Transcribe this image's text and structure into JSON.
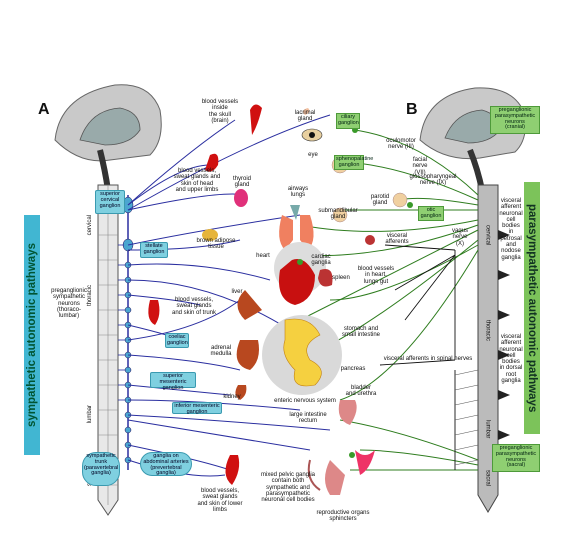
{
  "panels": {
    "left_letter": "A",
    "right_letter": "B"
  },
  "side_labels": {
    "sympathetic": "sympathetic autonomic pathways",
    "parasympathetic": "parasympathetic autonomic pathways"
  },
  "spinal_regions": {
    "cervical": "cervical",
    "thoracic": "thoracic",
    "lumbar": "lumbar",
    "sacral": "sacral"
  },
  "left_boxes": {
    "superior_cervical": "superior\ncervical\nganglion",
    "stellate": "stellate\nganglion",
    "celiac": "coeliac\nganglion",
    "sup_mesenteric": "superior\nmesenteric ganglion",
    "inf_mesenteric": "inferior mesenteric\nganglion",
    "sympathetic_trunk": "sympathetic\ntrunk\n(paravertebral\nganglia)",
    "abdominal_ganglia": "ganglia on\nabdominal arteries\n(prevertebral ganglia)"
  },
  "left_text": {
    "preganglionic_symp": "preganglionic\nsympathetic\nneurons\n(thoraco-\nlumbar)",
    "vessels_head": "blood vessels,\nsweat glands and\nskin of head\nand upper limbs",
    "vessels_trunk": "blood vessels,\nsweat glands\nand skin of trunk",
    "vessels_lower": "blood vessels,\nsweat glands\nand skin of lower limbs"
  },
  "organs": {
    "vessels_brain": "blood vessels\ninside\nthe skull\n(brain)",
    "lacrimal": "lacrimal\ngland",
    "eye": "eye",
    "thyroid": "thyroid\ngland",
    "airways": "airways\nlungs",
    "submandibular": "submandibular\ngland",
    "parotid": "parotid\ngland",
    "brown_adipose": "brown adipose\ntissue",
    "heart": "heart",
    "cardiac_ganglia": "cardiac\nganglia",
    "spleen": "spleen",
    "vessels_heart": "blood vessels\nin heart,\nlungs gut",
    "liver": "liver",
    "stomach": "stomach and\nsmall intestine",
    "adrenal": "adrenal\nmedulla",
    "pancreas": "pancreas",
    "kidney": "kidney",
    "enteric": "enteric nervous system",
    "large_intestine": "large intestine\nrectum",
    "bladder": "bladder\nand urethra",
    "mixed_pelvic": "mixed pelvic ganglia\ncontain both\nsympathetic and\nparasympathetic\nneuronal cell bodies",
    "reproductive": "reproductive organs\nsphincters"
  },
  "right_boxes": {
    "ciliary": "ciliary\nganglion",
    "sphenopalatine": "sphenopalatine\nganglion",
    "otic": "otic\nganglion",
    "pre_para_cranial": "preganglionic\nparasympathetic\nneurons\n(cranial)",
    "pre_para_sacral": "preganglionic\nparasympathetic\nneurons\n(sacral)"
  },
  "right_text": {
    "oculomotor": "oculomotor\nnerve (III)",
    "facial": "facial nerve\n(VII)",
    "glossopharyngeal": "glossopharyngeal\nnerve (IX)",
    "vagus": "vagus\nnerve (X)",
    "visceral_afferents": "visceral\nafferents",
    "visceral_spinal": "visceral afferents in spinal nerves",
    "afferent_petrosal": "visceral\nafferent\nneuronal\ncell bodies\nin\npetrosal\nand nodose\nganglia",
    "afferent_dorsal": "visceral\nafferent\nneuronal\ncell bodies\nin dorsal\nroot\nganglia"
  },
  "colors": {
    "sympathetic_line": "#2b2fa0",
    "parasympathetic_line": "#2f7d1f",
    "cyan_bar": "#41b6d2",
    "green_bar": "#7cc35a"
  }
}
